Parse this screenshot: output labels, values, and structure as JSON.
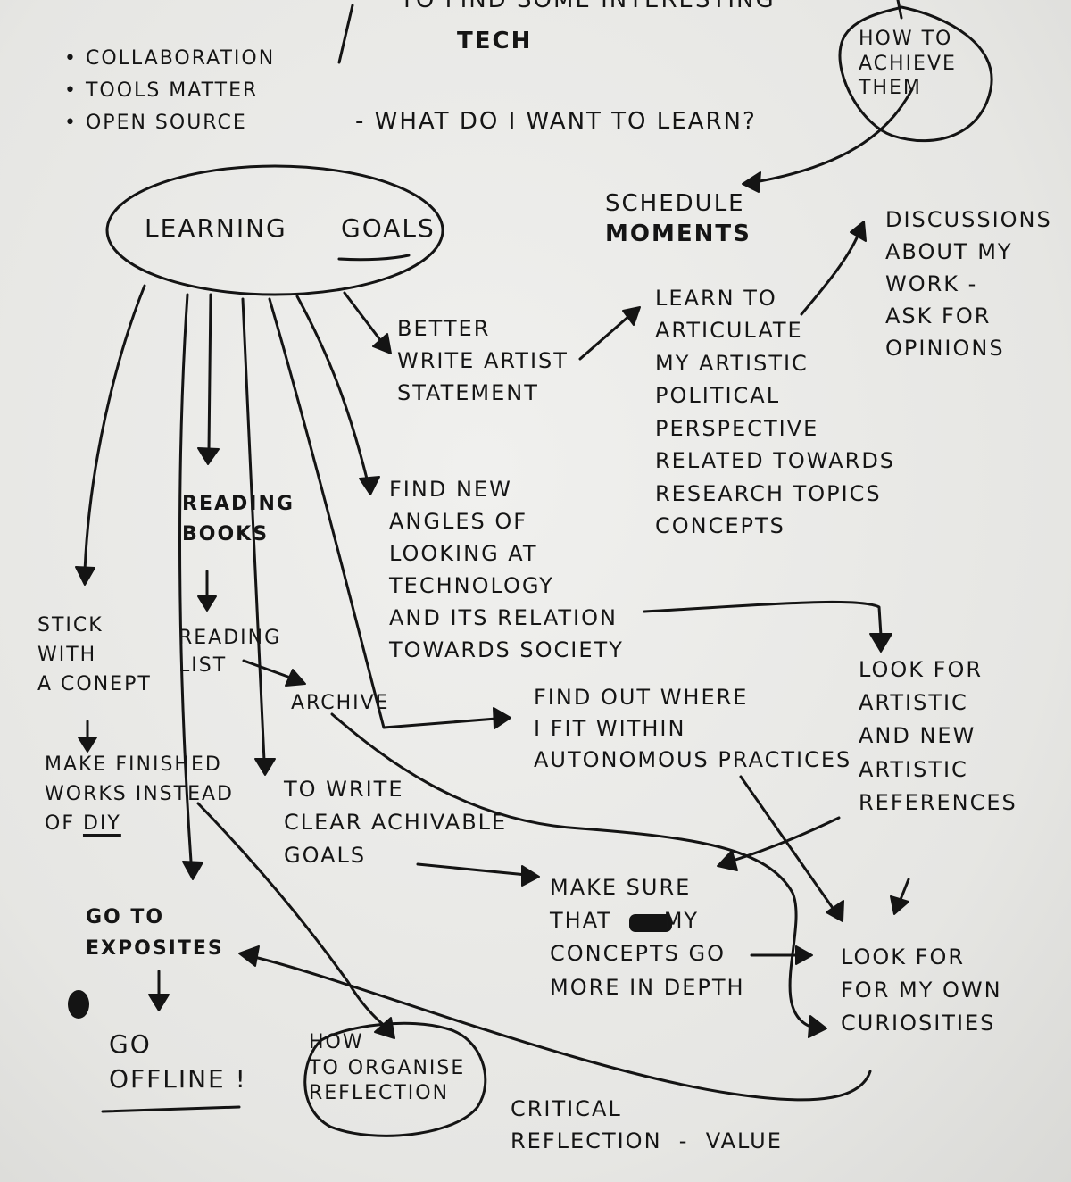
{
  "header": {
    "top_fragment": "to find some interesting",
    "tech": "tech",
    "question": "- what do I want to learn?"
  },
  "bullets": [
    "collaboration",
    "tools matter",
    "open source"
  ],
  "nodes": {
    "how_to_achieve": "how to\nachieve\nthem",
    "schedule_moments": "schedule",
    "schedule_moments_b": "moments",
    "learning": "learning",
    "goals": "goals",
    "discussions": "discussions\nabout my\nwork -\nask for\nopinions",
    "learn_articulate": "learn to\narticulate\nmy artistic\npolitical\nperspective\nrelated towards\nresearch topics\nconcepts",
    "better_write": "better\nwrite artist\nstatement",
    "find_new_angles": "find new\nangles of\nlooking at\ntechnology\nand its relation\ntowards society",
    "reading_books": "reading\nbooks",
    "reading_list": "reading\nlist",
    "archive": "archive",
    "stick_concept": "stick\nwith\na conept",
    "make_finished": "make finished\nworks instead\nof ",
    "diy": "DIY",
    "to_write_goals": "to write\nclear achivable\ngoals",
    "find_out_where": "find out where\nI fit within\nautonomous practices",
    "look_artistic": "look for\nartistic\nand new\nartistic\nreferences",
    "make_sure": "make sure\nthat      my\nconcepts go\nmore in depth",
    "look_curiosities": "look for\nfor my own\ncuriosities",
    "go_expos": "go to\nexposites",
    "go_offline": "go\noffline !",
    "how_organise": "how\nto organise\nreflection",
    "critical_reflection": "critical\nreflection  -  value"
  }
}
